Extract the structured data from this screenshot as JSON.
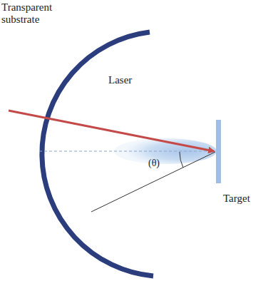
{
  "diagram": {
    "labels": [
      "Transparent substrate",
      "Laser",
      "(θ)",
      "Target"
    ]
  }
}
